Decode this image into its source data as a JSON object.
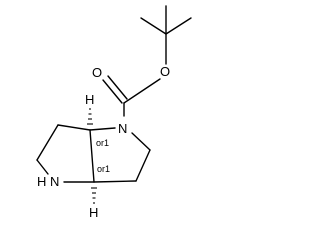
{
  "molecule": {
    "atoms": {
      "nitrogen_ring": "N",
      "nitrogen_nh": "N",
      "nitrogen_nh_h": "H",
      "oxygen_carbonyl": "O",
      "oxygen_ester": "O",
      "stereo_h_top": "H",
      "stereo_h_bottom": "H"
    },
    "stereo_labels": {
      "top": "or1",
      "bottom": "or1"
    }
  }
}
